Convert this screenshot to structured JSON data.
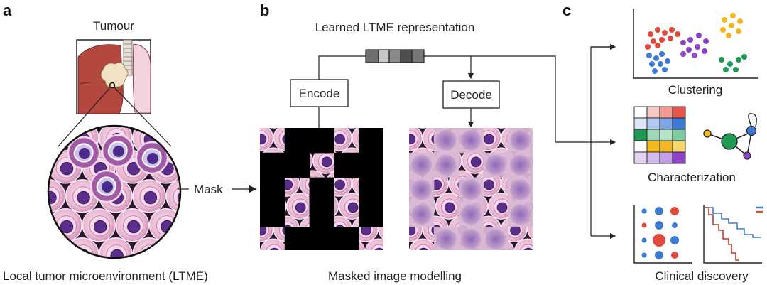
{
  "panels": {
    "a": {
      "letter": "a",
      "title": "Tumour",
      "mask_label": "Mask",
      "caption": "Local tumor microenvironment (LTME)"
    },
    "b": {
      "letter": "b",
      "title": "Learned LTME representation",
      "encode_label": "Encode",
      "decode_label": "Decode",
      "caption": "Masked image modelling"
    },
    "c": {
      "letter": "c",
      "clustering_label": "Clustering",
      "characterization_label": "Characterization",
      "clinical_label": "Clinical discovery"
    }
  },
  "colors": {
    "cell_pink": "#e9b7d3",
    "cell_purple": "#8e4e9a",
    "nucleus": "#5a2e8a",
    "tissue_dark": "#2b1430",
    "red": "#e04a3c",
    "blue": "#3d7bd4",
    "purple": "#8e44c8",
    "yellow": "#f2b822",
    "green": "#1f9a53"
  },
  "icons": {
    "lung": "lung-icon",
    "tissue_circle": "tissue-circle-icon",
    "latent_vector": "latent-vector-icon",
    "scatter_plot": "scatter-plot-icon",
    "heatmap_grid": "heatmap-grid-icon",
    "network_graph": "network-graph-icon",
    "dot_plot": "dot-plot-icon",
    "survival_curve": "survival-curve-icon"
  }
}
